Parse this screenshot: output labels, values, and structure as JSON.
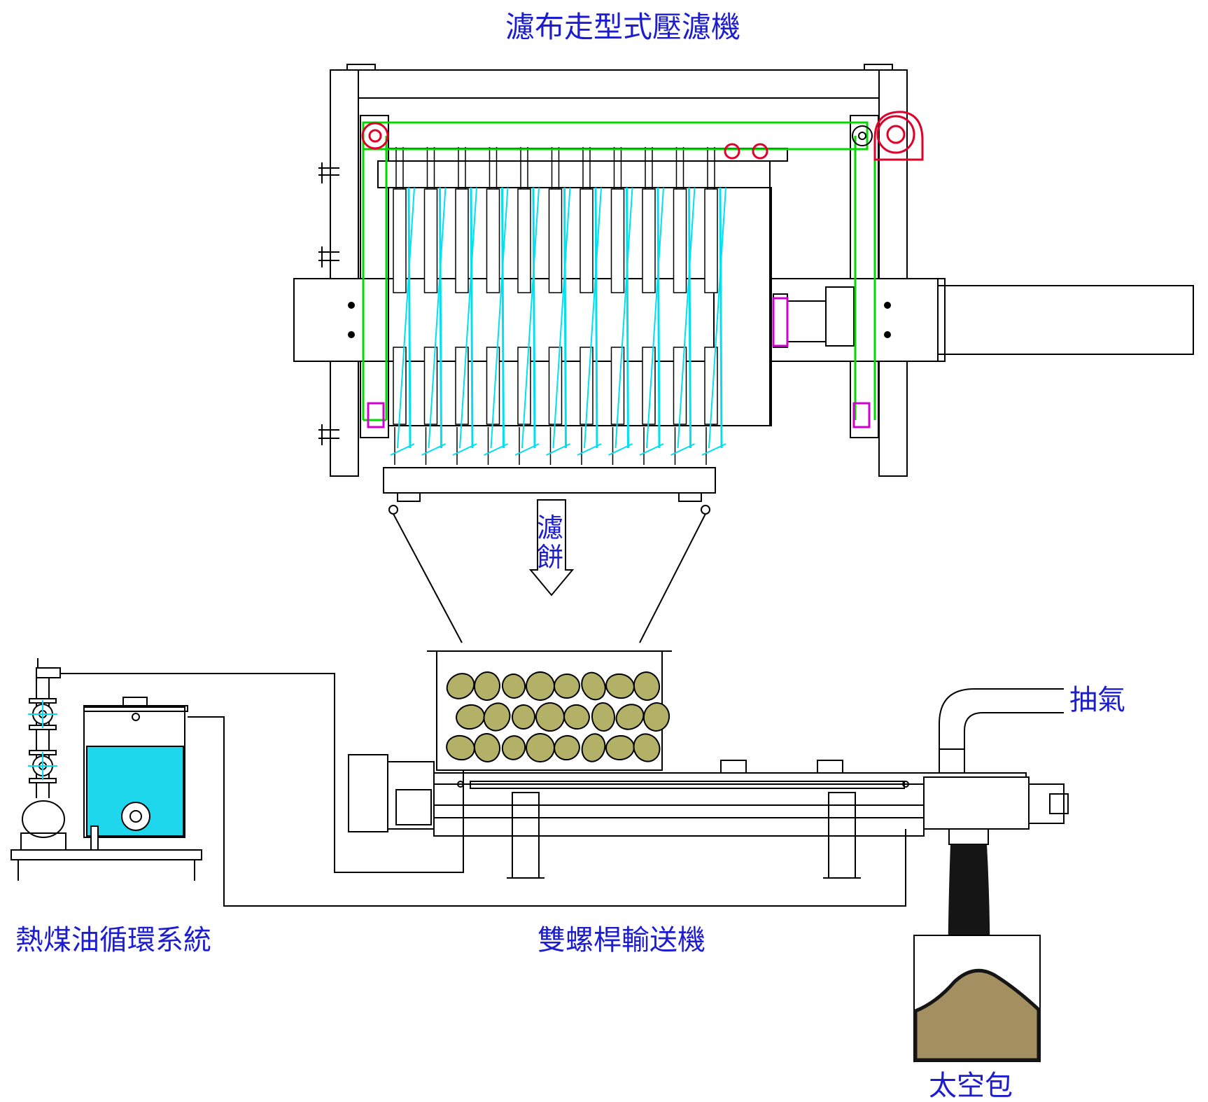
{
  "labels": {
    "filter_press_title": "濾布走型式壓濾機",
    "filter_cake": "濾餅",
    "oil_system": "熱煤油循環系統",
    "conveyor": "雙螺桿輸送機",
    "exhaust": "抽氣",
    "bag": "太空包"
  },
  "colors": {
    "outline": "#000000",
    "label_text": "#1c1cd0",
    "filter_cloth": "#00e0f0",
    "drive_belt": "#00d800",
    "motor": "#e0002a",
    "bearing_marker": "#d000d0",
    "oil_fill": "#1ed7ec",
    "cake_fill": "#b3b067",
    "bag_fill": "#a38f60",
    "discharge": "#151515"
  },
  "components": {
    "filter_plates": 11,
    "cake_lumps": 24
  }
}
